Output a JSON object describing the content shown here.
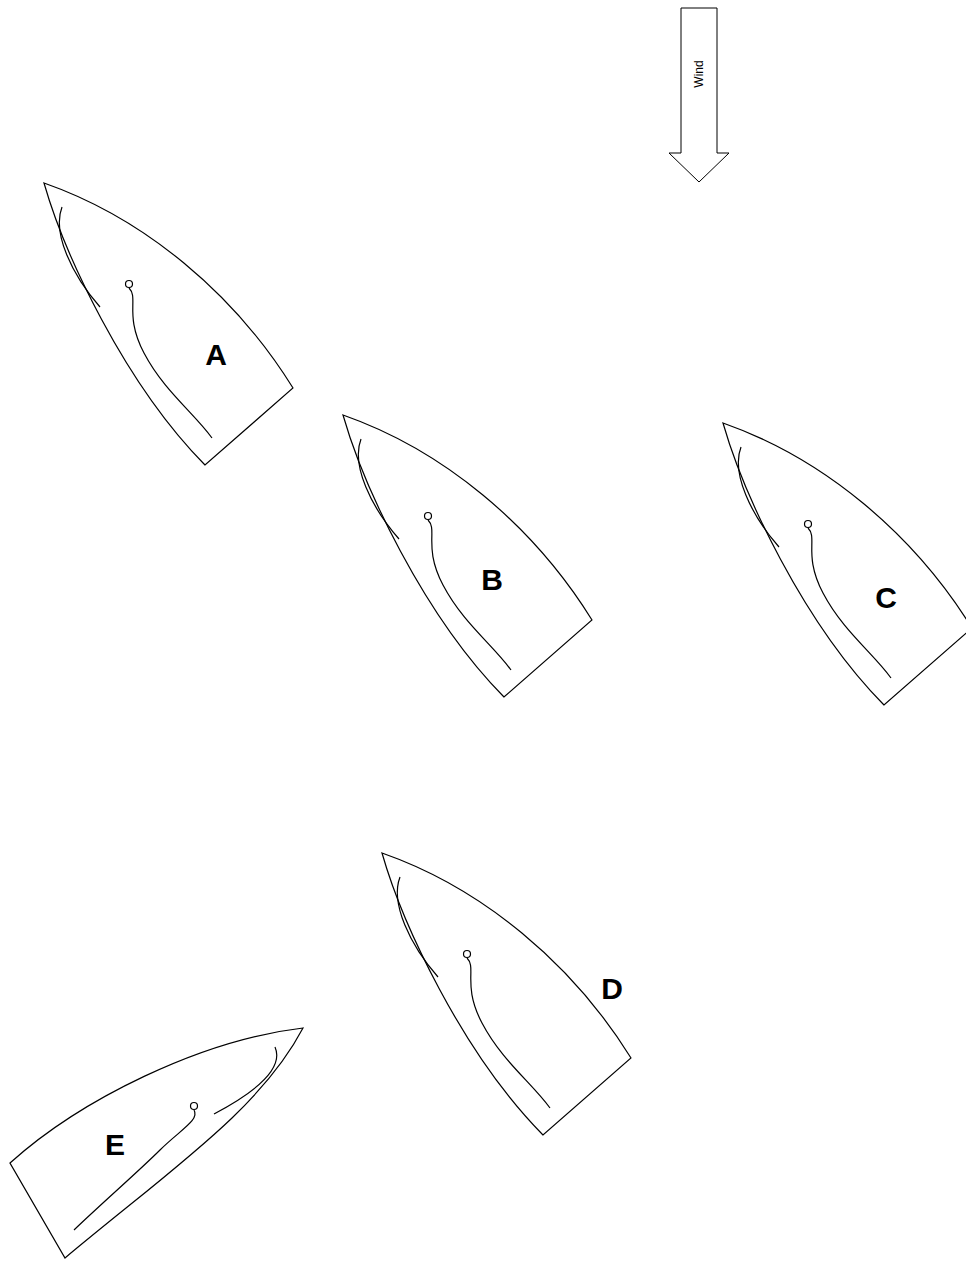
{
  "diagram": {
    "nodes": [
      {
        "text": [
          "Wind"
        ]
      },
      {
        "text": [
          "A"
        ]
      },
      {
        "text": [
          "B"
        ]
      },
      {
        "text": [
          "C"
        ]
      },
      {
        "text": [
          "D"
        ]
      },
      {
        "text": [
          "E"
        ]
      }
    ]
  }
}
